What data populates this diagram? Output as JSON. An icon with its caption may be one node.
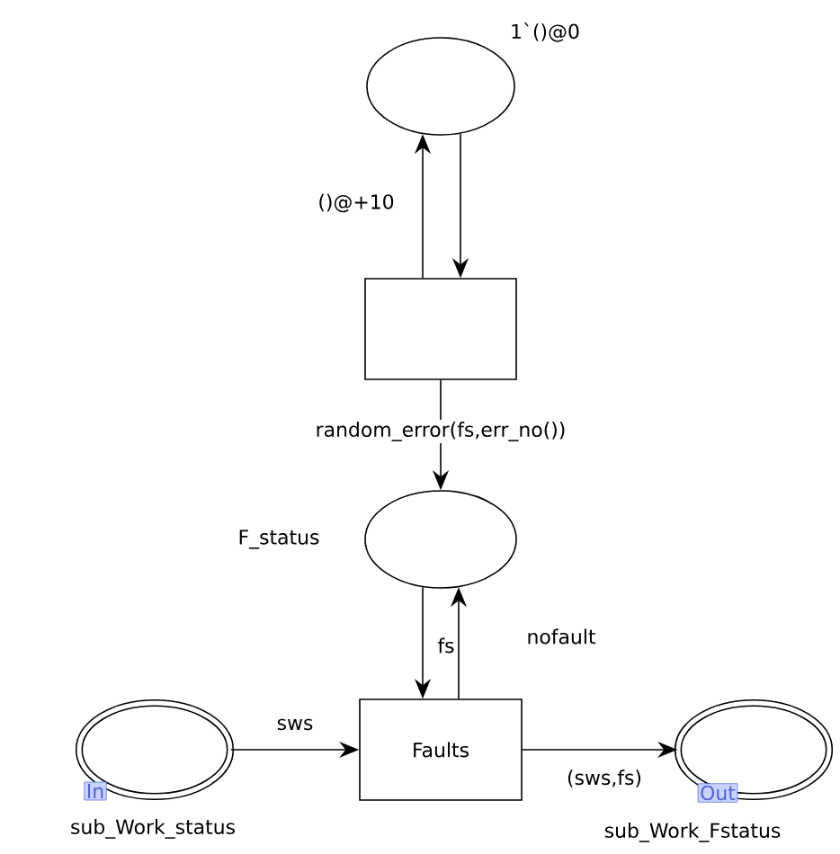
{
  "diagram": {
    "nodes": [
      {
        "text": [],
        "shape": "ellipse",
        "beside": [
          "1`()@0"
        ]
      },
      {
        "text": [],
        "shape": "box"
      },
      {
        "text": [],
        "shape": "ellipse",
        "beside": [
          "F_status"
        ]
      },
      {
        "text": [
          "Faults"
        ]
      },
      {
        "text": [],
        "shape": "ellipse",
        "beside": [
          "In",
          "sub_Work_status"
        ]
      },
      {
        "text": [],
        "shape": "ellipse",
        "beside": [
          "Out",
          "sub_Work_Fstatus"
        ]
      }
    ],
    "edges": [
      {
        "from": 1,
        "to": 0,
        "arrow": "to",
        "label": "()@+10"
      },
      {
        "from": 0,
        "to": 1,
        "arrow": "to"
      },
      {
        "from": 1,
        "to": 2,
        "arrow": "to",
        "label": "random_error(fs,err_no())"
      },
      {
        "from": 2,
        "to": 3,
        "arrow": "to",
        "label": "fs"
      },
      {
        "from": 3,
        "to": 2,
        "arrow": "to",
        "label": "nofault"
      },
      {
        "from": 4,
        "to": 3,
        "arrow": "to",
        "label": "sws"
      },
      {
        "from": 3,
        "to": 5,
        "arrow": "to",
        "label": "(sws,fs)"
      }
    ]
  }
}
